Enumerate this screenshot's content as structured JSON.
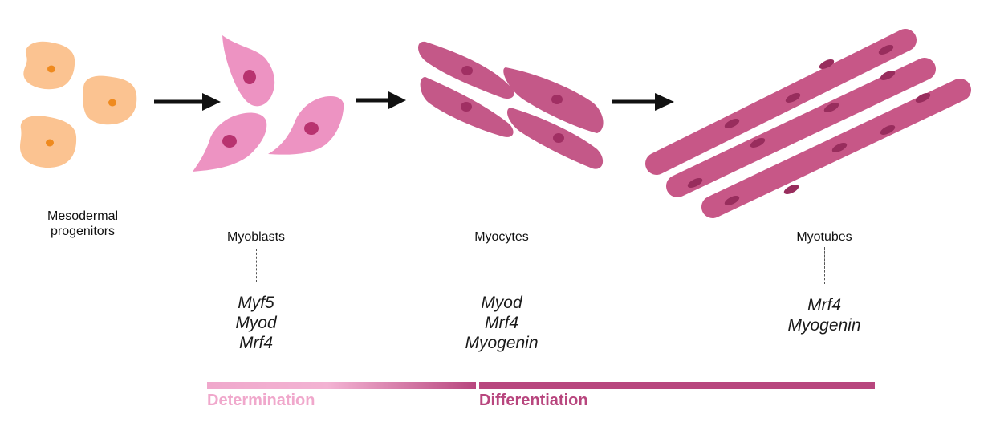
{
  "stages": [
    {
      "id": "mesodermal",
      "label_lines": [
        "Mesodermal",
        "progenitors"
      ],
      "genes": []
    },
    {
      "id": "myoblasts",
      "label_lines": [
        "Myoblasts"
      ],
      "genes": [
        "Myf5",
        "Myod",
        "Mrf4"
      ]
    },
    {
      "id": "myocytes",
      "label_lines": [
        "Myocytes"
      ],
      "genes": [
        "Myod",
        "Mrf4",
        "Myogenin"
      ]
    },
    {
      "id": "myotubes",
      "label_lines": [
        "Myotubes"
      ],
      "genes": [
        "Mrf4",
        "Myogenin"
      ]
    }
  ],
  "phases": {
    "determination": {
      "label": "Determination",
      "color": "#f0a8cc"
    },
    "differentiation": {
      "label": "Differentiation",
      "color": "#b8467e"
    }
  },
  "colors": {
    "progenitor_cell": "#fbc391",
    "progenitor_nucleus": "#ef8a1e",
    "myoblast_cell": "#ed93c2",
    "myoblast_nucleus": "#b8336f",
    "myocyte_cell": "#c45888",
    "myocyte_nucleus": "#a02f63",
    "myotube_cell": "#c75787",
    "myotube_nucleus": "#982d5d",
    "arrow": "#111111"
  }
}
